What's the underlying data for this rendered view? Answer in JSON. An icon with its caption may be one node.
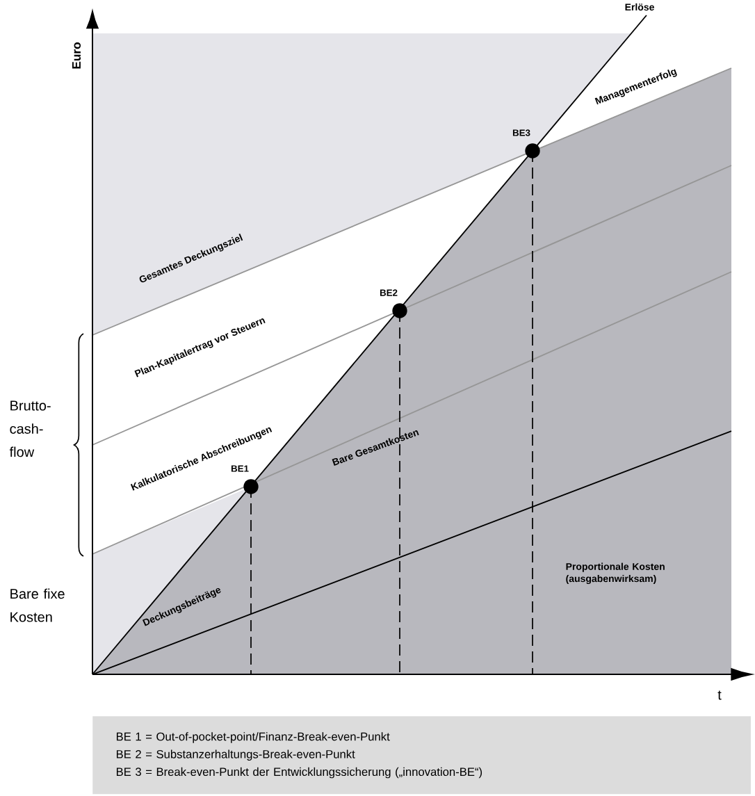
{
  "diagram": {
    "nodes": [
      {
        "text": [],
        "shape": "circle",
        "beside": [
          "BE1"
        ]
      },
      {
        "text": [],
        "shape": "circle",
        "beside": [
          "BE2"
        ]
      },
      {
        "text": [],
        "shape": "circle",
        "beside": [
          "BE3"
        ]
      },
      {
        "text": [
          "BE 1 = Out-of-pocket-point/Finanz-Break-even-Punkt",
          "BE 2 = Substanzerhaltungs-Break-even-Punkt",
          "BE 3 = Break-even-Punkt der Entwicklungssicherung („innovation-BE“)"
        ]
      }
    ],
    "labels": [
      "Erlöse",
      "Euro",
      "Managementerfolg",
      "Gesamtes Deckungsziel",
      "Plan-Kapitalertrag vor Steuern",
      "Brutto- cash- flow",
      "Kalkulatorische Abschreibungen",
      "Bare Gesamtkosten",
      "Proportionale Kosten (ausgabenwirksam)",
      "Bare fixe Kosten",
      "Deckungsbeiträge",
      "t"
    ]
  }
}
